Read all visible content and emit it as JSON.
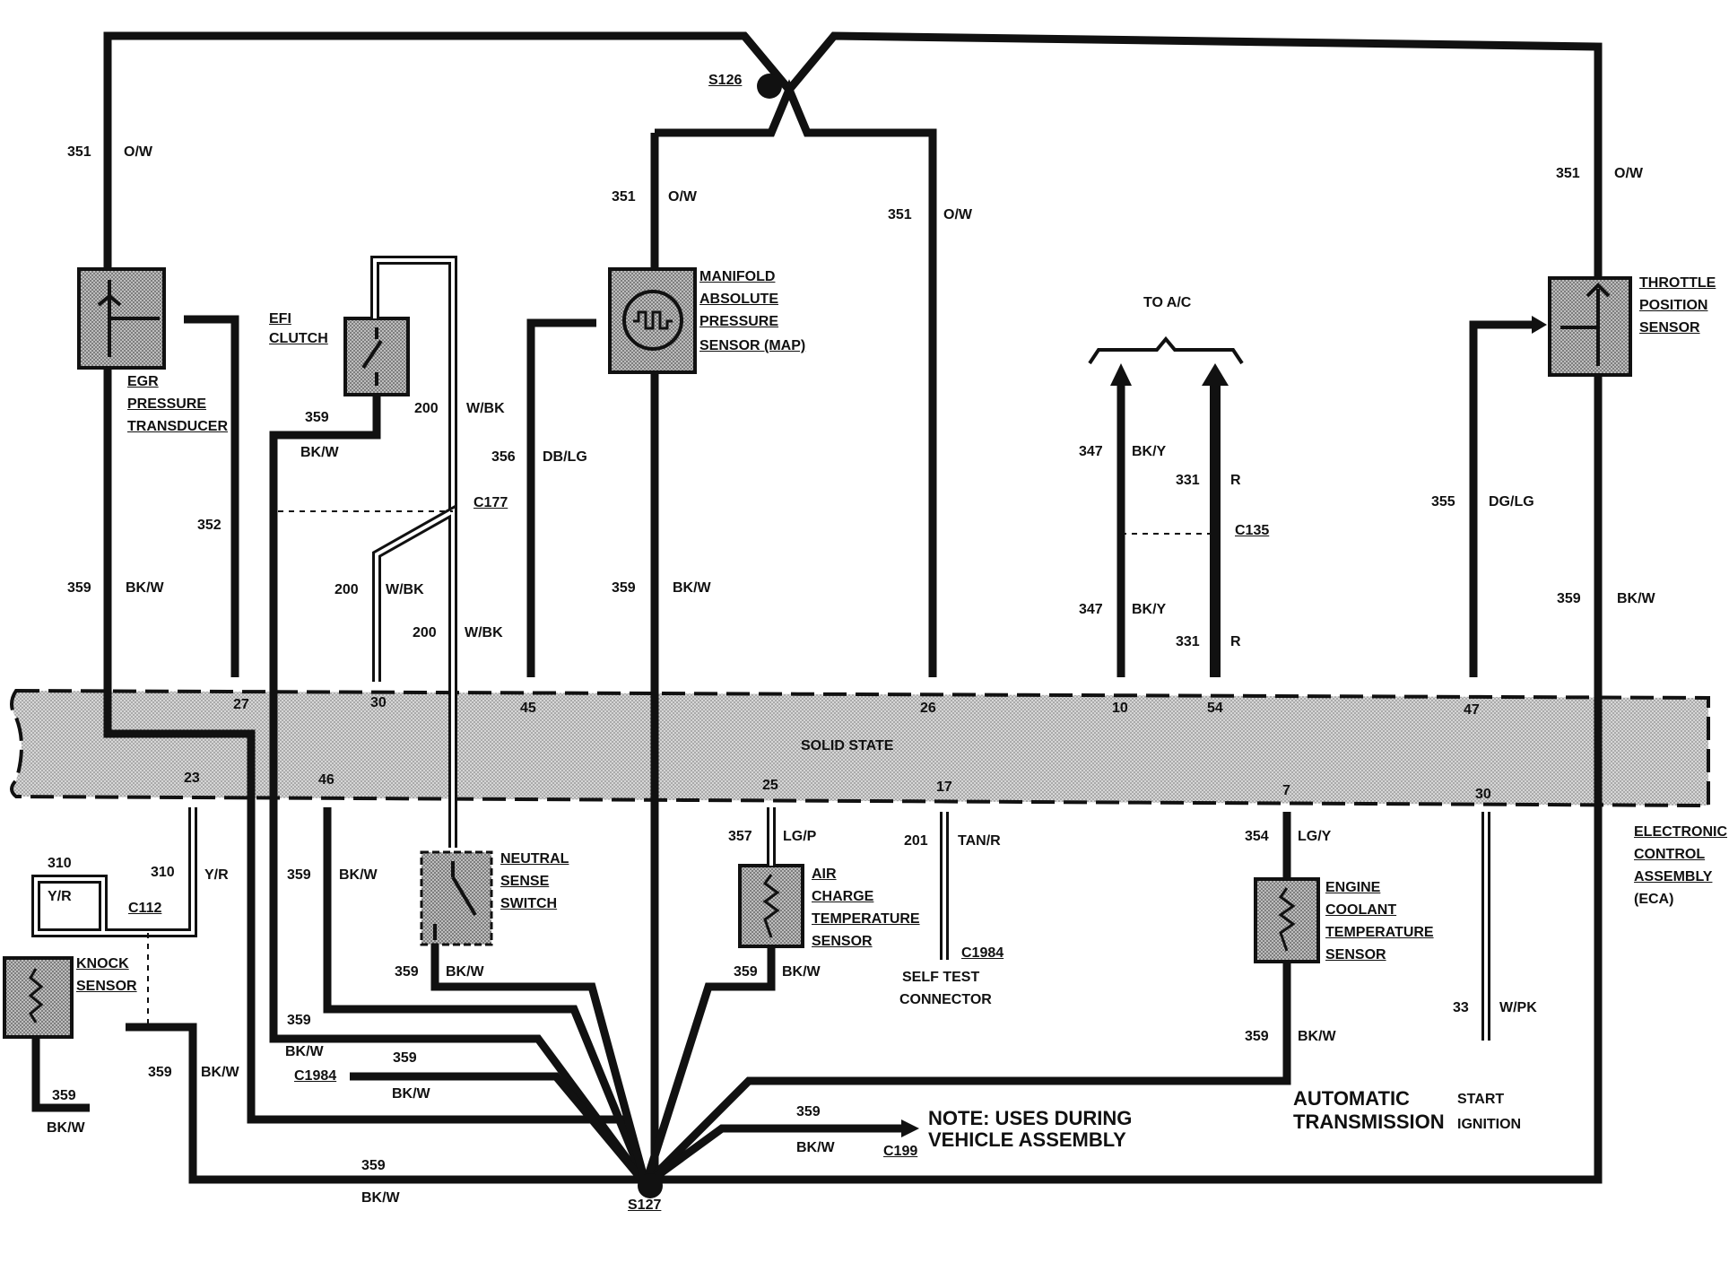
{
  "wires": {
    "w351": "351",
    "c351": "O/W",
    "w359": "359",
    "c359": "BK/W",
    "w352": "352",
    "w200": "200",
    "c200": "W/BK",
    "w356": "356",
    "c356": "DB/LG",
    "w347": "347",
    "c347": "BK/Y",
    "w331": "331",
    "c331": "R",
    "w355": "355",
    "c355": "DG/LG",
    "w310": "310",
    "c310": "Y/R",
    "w357": "357",
    "c357": "LG/P",
    "w201": "201",
    "c201": "TAN/R",
    "w354": "354",
    "c354": "LG/Y",
    "w33": "33",
    "c33": "W/PK"
  },
  "components": {
    "egr": [
      "EGR",
      "PRESSURE",
      "TRANSDUCER"
    ],
    "efi": [
      "EFI",
      "CLUTCH"
    ],
    "map": [
      "MANIFOLD",
      "ABSOLUTE",
      "PRESSURE",
      "SENSOR (MAP)"
    ],
    "tps": [
      "THROTTLE",
      "POSITION",
      "SENSOR"
    ],
    "nss": [
      "NEUTRAL",
      "SENSE",
      "SWITCH"
    ],
    "act": [
      "AIR",
      "CHARGE",
      "TEMPERATURE",
      "SENSOR"
    ],
    "ect": [
      "ENGINE",
      "COOLANT",
      "TEMPERATURE",
      "SENSOR"
    ],
    "knock": [
      "KNOCK",
      "SENSOR"
    ],
    "eca": [
      "ELECTRONIC",
      "CONTROL",
      "ASSEMBLY",
      "(ECA)"
    ],
    "selftest": [
      "SELF  TEST",
      "CONNECTOR"
    ]
  },
  "connectors": {
    "s126": "S126",
    "s127": "S127",
    "c177": "C177",
    "c135": "C135",
    "c112": "C112",
    "c1984": "C1984",
    "c199": "C199"
  },
  "pins": {
    "p27": "27",
    "p30a": "30",
    "p45": "45",
    "p26": "26",
    "p10": "10",
    "p54": "54",
    "p47": "47",
    "p23": "23",
    "p46": "46",
    "p25": "25",
    "p17": "17",
    "p7": "7",
    "p30b": "30"
  },
  "texts": {
    "solid_state": "SOLID STATE",
    "to_ac": "TO A/C",
    "note1": "NOTE: USES DURING",
    "note2": "VEHICLE ASSEMBLY",
    "auto1": "AUTOMATIC",
    "auto2": "TRANSMISSION",
    "start": "START",
    "ignition": "IGNITION"
  },
  "colors": {
    "ink": "#111111",
    "eca_fill": "#c9c9c9",
    "sensor_fill": "#b5b5b5"
  }
}
